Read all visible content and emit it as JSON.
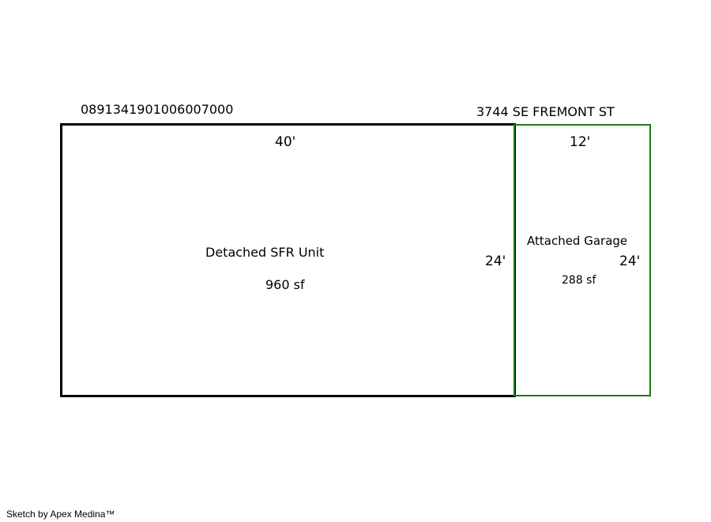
{
  "parcel_id": "0891341901006007000",
  "address": "3744 SE FREMONT ST",
  "main_unit": {
    "width_label": "40'",
    "depth_label": "24'",
    "name": "Detached SFR Unit",
    "area": "960 sf",
    "border_color": "#000000"
  },
  "garage": {
    "width_label": "12'",
    "depth_label": "24'",
    "name": "Attached Garage",
    "area": "288 sf",
    "border_color": "#1a7a1a"
  },
  "footer": "Sketch by Apex Medina™"
}
